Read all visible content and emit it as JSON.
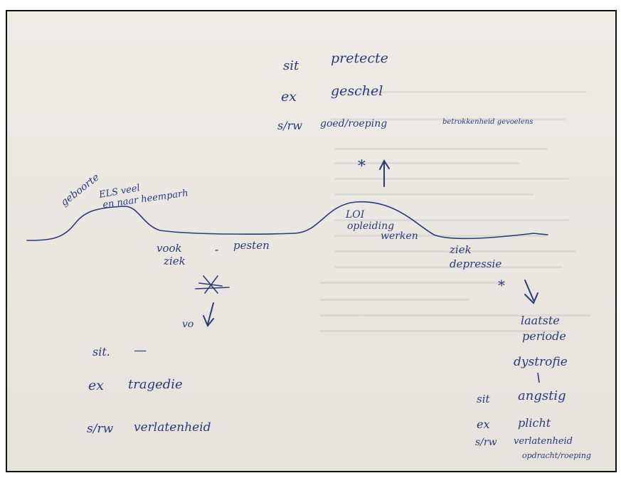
{
  "ink_color": "#2c3a74",
  "paper_color": "#ebe8e4",
  "top_block": {
    "sit": "sit",
    "sit_value": "pretecte",
    "ex": "ex",
    "ex_value": "geschel",
    "srw": "s/rw",
    "srw_value": "goed/roeping",
    "note": "betrokkenheid gevoelens",
    "star": "*"
  },
  "timeline": {
    "birth_label": "geboorte",
    "birth_note_line1": "ELS veel",
    "birth_note_line2": "en naar heemparh",
    "vook_label": "vook",
    "ziek_label": "ziek",
    "dash": "-",
    "pesten_label": "pesten",
    "peak_line1": "LOI",
    "peak_line2": "opleiding",
    "peak_line3": "werken",
    "right_line1": "ziek",
    "right_line2": "depressie"
  },
  "left_block": {
    "vo": "vo",
    "sit": "sit.",
    "sit_value": "—",
    "ex": "ex",
    "ex_value": "tragedie",
    "srw": "s/rw",
    "srw_value": "verlatenheid"
  },
  "right_block": {
    "star": "*",
    "line1": "laatste",
    "line2": "periode",
    "line3": "dystrofie",
    "sit": "sit",
    "sit_value": "angstig",
    "ex": "ex",
    "ex_value": "plicht",
    "srw": "s/rw",
    "srw_value": "verlatenheid",
    "srw_value_2": "opdracht/roeping"
  }
}
